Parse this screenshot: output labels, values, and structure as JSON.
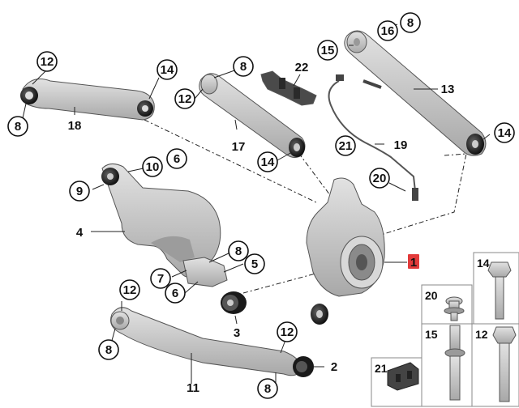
{
  "diagram": {
    "callouts": {
      "c12a": "12",
      "c8a": "8",
      "c14a": "14",
      "c12b": "12",
      "c8b": "8",
      "c14b": "14",
      "c15a": "15",
      "c16": "16",
      "c8c": "8",
      "c14c": "14",
      "c21": "21",
      "c20": "20",
      "c9": "9",
      "c10": "10",
      "c6a": "6",
      "c8d": "8",
      "c5": "5",
      "c7": "7",
      "c6b": "6",
      "c12c": "12",
      "c8e": "8",
      "c12d": "12",
      "c8f": "8"
    },
    "labels": {
      "l18": "18",
      "l17": "17",
      "l22": "22",
      "l13": "13",
      "l19": "19",
      "l4": "4",
      "l1": "1",
      "l3": "3",
      "l2": "2",
      "l11": "11"
    },
    "fasteners": {
      "f14": "14",
      "f20": "20",
      "f15": "15",
      "f12": "12",
      "f21": "21"
    }
  },
  "colors": {
    "part_fill": "#c9c9c9",
    "part_shadow": "#a9a9a9",
    "highlight": "#e23a3a"
  }
}
